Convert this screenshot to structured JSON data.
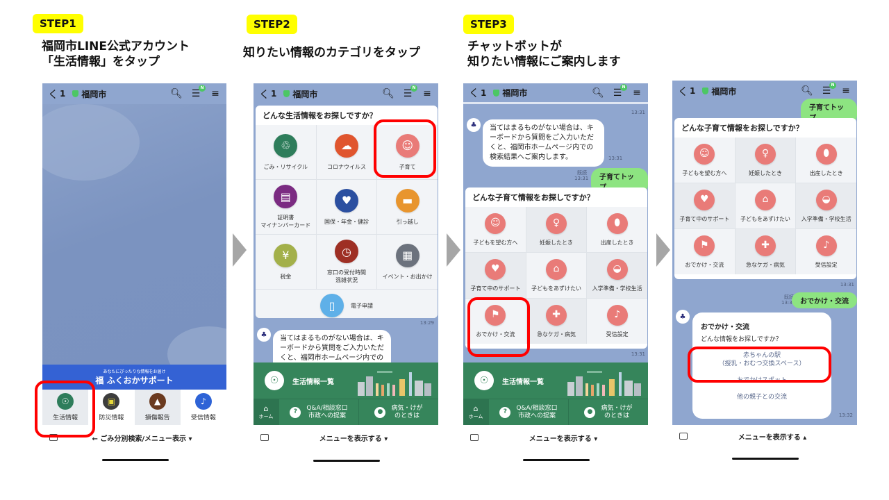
{
  "steps": [
    {
      "badge": "STEP1",
      "title": "福岡市LINE公式アカウント\n「生活情報」をタップ"
    },
    {
      "badge": "STEP2",
      "title": "知りたい情報のカテゴリをタップ"
    },
    {
      "badge": "STEP3",
      "title": "チャットボットが\n知りたい情報にご案内します"
    }
  ],
  "header": {
    "back": "く",
    "count": "1",
    "account": "福岡市",
    "badge": "N"
  },
  "phone1": {
    "banner_sub": "あなたにぴったりな情報をお届け",
    "banner_main": "福 ふくおかサポート",
    "menu": [
      {
        "label": "生活情報",
        "color": "#2e7d5b",
        "icon": "bulb"
      },
      {
        "label": "防災情報",
        "color": "#3d3d3d",
        "icon": "backpack"
      },
      {
        "label": "損傷報告",
        "color": "#6b3a1f",
        "icon": "cone"
      },
      {
        "label": "受信情報",
        "color": "#2e63d6",
        "icon": "bell"
      }
    ],
    "footer": "← ごみ分別検索/メニュー表示 ▾"
  },
  "phone2": {
    "card_title": "どんな生活情報をお探しですか？",
    "categories": [
      {
        "label": "ごみ・リサイクル",
        "color": "#2e7d5b",
        "icon": "trash"
      },
      {
        "label": "コロナウイルス",
        "color": "#e0552e",
        "icon": "mask"
      },
      {
        "label": "子育て",
        "color": "#e97b78",
        "icon": "baby"
      },
      {
        "label": "証明書\nマイナンバーカード",
        "color": "#7b2b82",
        "icon": "id-card"
      },
      {
        "label": "国保・年金・健診",
        "color": "#2b4fa0",
        "icon": "heart-hand"
      },
      {
        "label": "引っ越し",
        "color": "#e8952e",
        "icon": "truck"
      },
      {
        "label": "税金",
        "color": "#a3b04a",
        "icon": "money"
      },
      {
        "label": "窓口の受付時間\n混雑状況",
        "color": "#9e2f24",
        "icon": "clock"
      },
      {
        "label": "イベント・お出かけ",
        "color": "#6c727d",
        "icon": "calendar"
      },
      {
        "label": "電子申請",
        "color": "#5fb0e8",
        "icon": "phone"
      }
    ],
    "time1": "13:29",
    "bot_message": "当てはまるものがない場合は、キーボードから質問をご入力いただくと、福岡市ホームページ内での",
    "footer": "メニューを表示する ▾"
  },
  "richmenu": {
    "main": "生活情報一覧",
    "home": "ホーム",
    "qa": "Q&A/相談窓口\n市政への提案",
    "sick": "病気・けが\nのときは"
  },
  "phone3": {
    "time_top": "13:31",
    "bot_message": "当てはまるものがない場合は、キーボードから質問をご入力いただくと、福岡市ホームページ内での検索結果へご案内します。",
    "bot_time": "13:31",
    "read": "既読",
    "user_time": "13:31",
    "user_message": "子育てトップ",
    "card_title": "どんな子育て情報をお探しですか？",
    "categories": [
      {
        "label": "子どもを望む方へ",
        "icon": "baby-face"
      },
      {
        "label": "妊娠したとき",
        "icon": "pregnant"
      },
      {
        "label": "出産したとき",
        "icon": "newborn"
      },
      {
        "label": "子育て中のサポート",
        "icon": "heart-hand"
      },
      {
        "label": "子どもをあずけたい",
        "icon": "nursery"
      },
      {
        "label": "入学準備・学校生活",
        "icon": "randoseru"
      },
      {
        "label": "おでかけ・交流",
        "icon": "walking"
      },
      {
        "label": "急なケガ・病気",
        "icon": "hospital"
      },
      {
        "label": "受信設定",
        "icon": "bell"
      }
    ],
    "card_time": "13:31",
    "footer": "メニューを表示する ▾"
  },
  "phone4": {
    "card_title": "どんな子育て情報をお探しですか？",
    "card_time": "13:31",
    "read": "既読",
    "user_time": "13:31",
    "user_message": "おでかけ・交流",
    "top_user_message": "子育てトップ",
    "option_header": "おでかけ・交流",
    "option_sub": "どんな情報をお探しですか？",
    "options": [
      "赤ちゃんの駅\n（授乳・おむつ交換スペース）",
      "おでかけスポット",
      "他の親子との交流"
    ],
    "option_time": "13:32",
    "footer": "メニューを表示する ▴"
  }
}
